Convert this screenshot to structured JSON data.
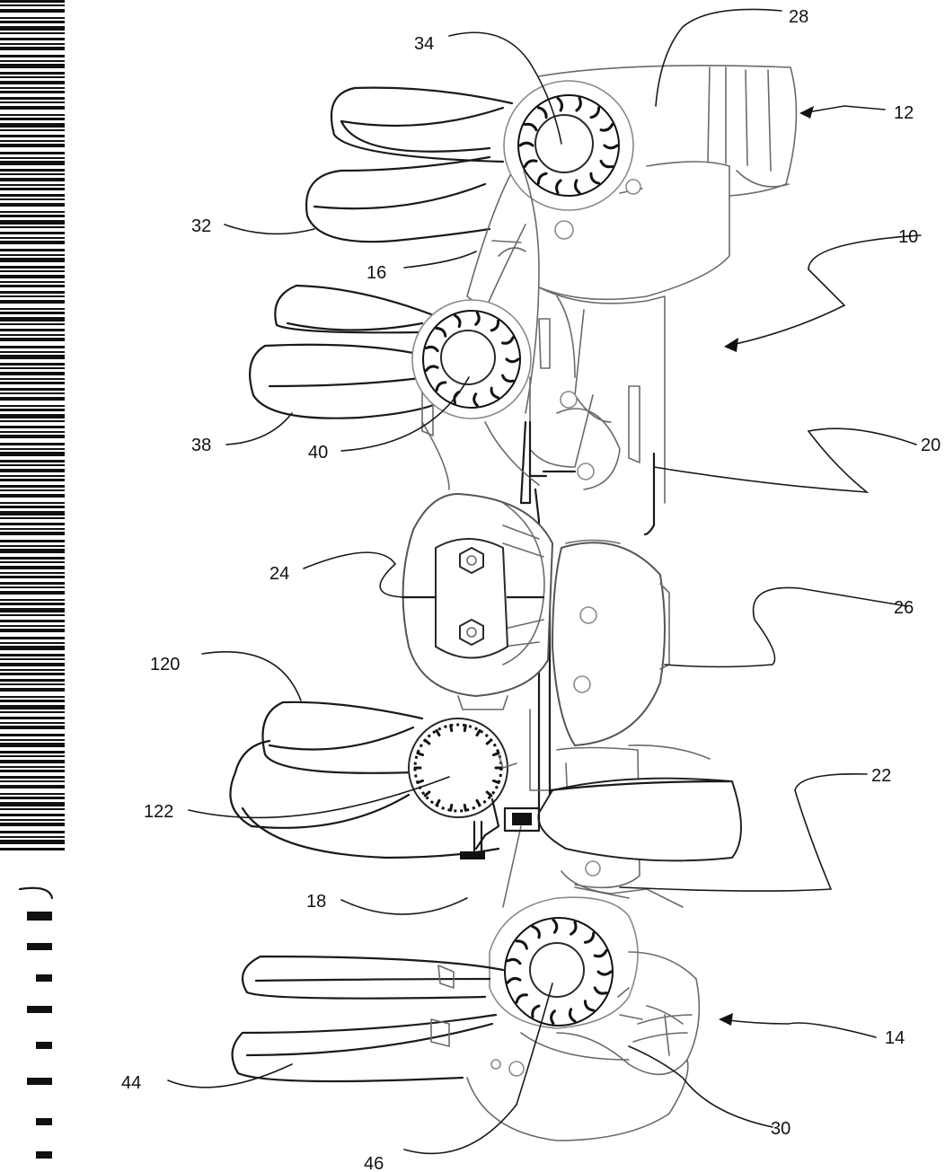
{
  "labels": {
    "r10": "10",
    "r12": "12",
    "r14": "14",
    "r16": "16",
    "r18": "18",
    "r20": "20",
    "r22": "22",
    "r24": "24",
    "r26": "26",
    "r28": "28",
    "r30": "30",
    "r32": "32",
    "r34": "34",
    "r38": "38",
    "r40": "40",
    "r44": "44",
    "r46": "46",
    "r120": "120",
    "r122": "122"
  }
}
